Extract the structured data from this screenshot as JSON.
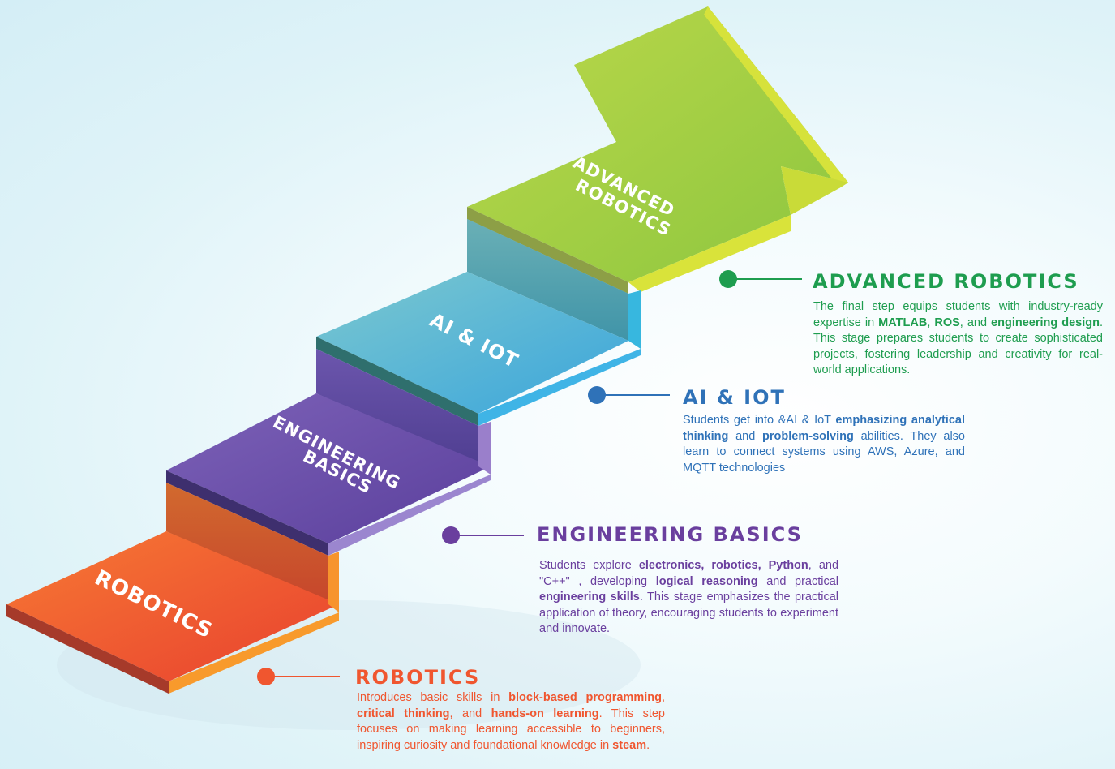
{
  "colors": {
    "robotics": "#f0562f",
    "engineering": "#6a3f9e",
    "ai_iot": "#2f72b8",
    "advanced": "#1e9d4f"
  },
  "stairs": {
    "robotics_label": "ROBOTICS",
    "engineering_label_line1": "ENGINEERING",
    "engineering_label_line2": "BASICS",
    "ai_label": "AI & IOT",
    "advanced_label_line1": "ADVANCED",
    "advanced_label_line2": "ROBOTICS"
  },
  "sections": {
    "advanced": {
      "title": "ADVANCED ROBOTICS",
      "t1": "The final step equips students with industry-ready expertise in ",
      "b1": "MATLAB",
      "t2": ", ",
      "b2": "ROS",
      "t3": ", and ",
      "b3": "engineering design",
      "t4": ". This stage prepares students to create sophisticated projects, fostering leadership and creativity for real-world applications."
    },
    "ai_iot": {
      "title": "AI & IOT",
      "t1": "Students get into &AI & IoT ",
      "b1": "emphasizing analytical thinking",
      "t2": " and ",
      "b2": "problem-solving",
      "t3": " abilities. They also learn to connect systems using AWS, Azure, and MQTT technologies"
    },
    "engineering": {
      "title": "ENGINEERING BASICS",
      "t1": "Students explore ",
      "b1": "electronics, robotics, Python",
      "t2": ", and \"C++\" , developing ",
      "b2": "logical reasoning",
      "t3": " and practical ",
      "b3": "engineering skills",
      "t4": ". This stage emphasizes the practical application of theory, encouraging students to experiment and innovate."
    },
    "robotics": {
      "title": "ROBOTICS",
      "t1": "Introduces basic skills in ",
      "b1": "block-based programming",
      "t2": ", ",
      "b2": "critical thinking",
      "t3": ", and ",
      "b3": "hands-on learning",
      "t4": ". This step focuses on making learning accessible to beginners, inspiring curiosity and foundational knowledge in ",
      "b4": "steam",
      "t5": "."
    }
  }
}
